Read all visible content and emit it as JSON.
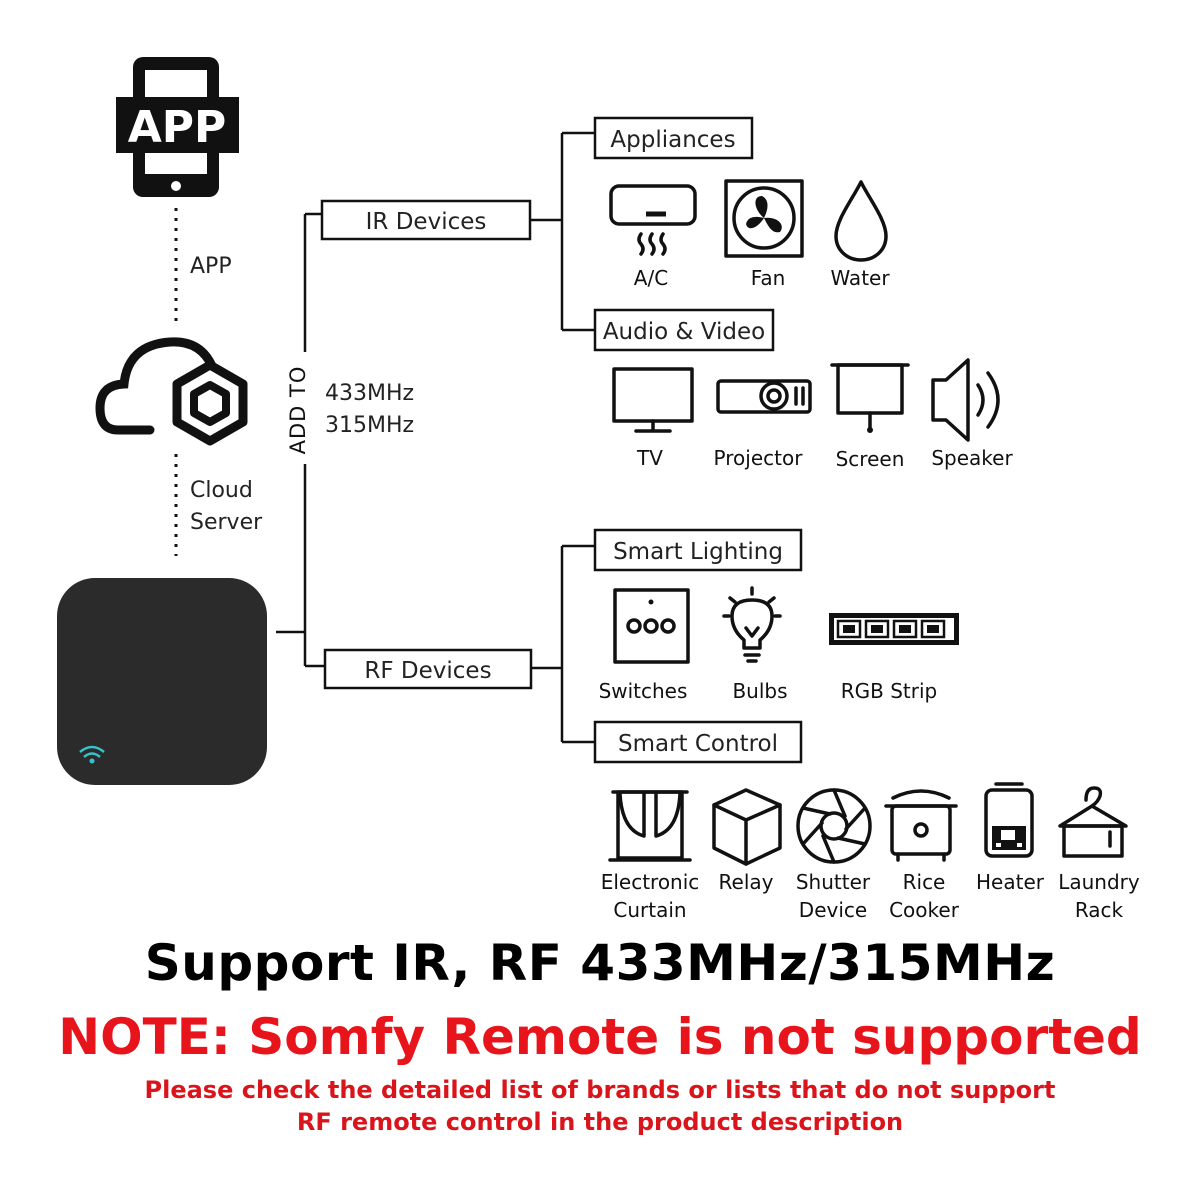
{
  "left_column": {
    "app_badge": "APP",
    "app_label": "APP",
    "cloud_label_line1": "Cloud",
    "cloud_label_line2": "Server",
    "add_to": "ADD TO",
    "freq1": "433MHz",
    "freq2": "315MHz"
  },
  "ir_branch": {
    "label": "IR Devices",
    "appliances": {
      "label": "Appliances",
      "items": [
        "A/C",
        "Fan",
        "Water"
      ]
    },
    "audio_video": {
      "label": "Audio & Video",
      "items": [
        "TV",
        "Projector",
        "Screen",
        "Speaker"
      ]
    }
  },
  "rf_branch": {
    "label": "RF Devices",
    "smart_lighting": {
      "label": "Smart Lighting",
      "items": [
        "Switches",
        "Bulbs",
        "RGB Strip"
      ]
    },
    "smart_control": {
      "label": "Smart Control",
      "items": [
        {
          "line1": "Electronic",
          "line2": "Curtain"
        },
        {
          "line1": "Relay",
          "line2": ""
        },
        {
          "line1": "Shutter",
          "line2": "Device"
        },
        {
          "line1": "Rice",
          "line2": "Cooker"
        },
        {
          "line1": "Heater",
          "line2": ""
        },
        {
          "line1": "Laundry",
          "line2": "Rack"
        }
      ]
    }
  },
  "footer": {
    "support": "Support IR, RF 433MHz/315MHz",
    "note": "NOTE: Somfy Remote is not supported",
    "detail_line1": "Please check the detailed list of brands or lists that do not support",
    "detail_line2": "RF remote control in the product description"
  },
  "colors": {
    "note_red": "#e8141b",
    "hub_body": "#2b2b2b",
    "wifi_led": "#36c2c9"
  }
}
